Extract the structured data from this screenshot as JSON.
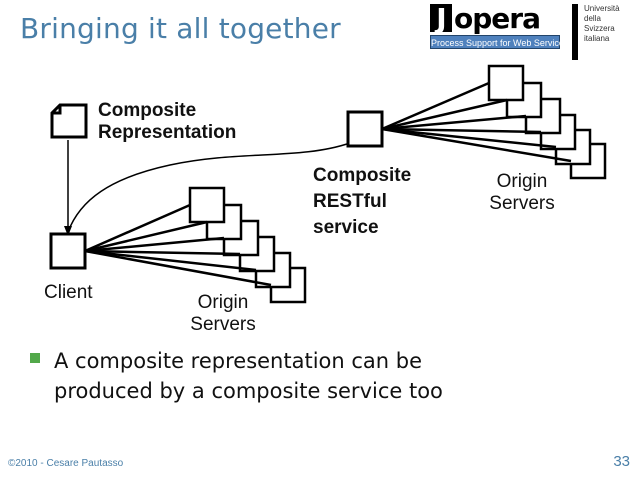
{
  "slide": {
    "title": "Bringing it all together",
    "page_number": "33",
    "footer": "©2010 - Cesare Pautasso"
  },
  "logo": {
    "jopera_word": "opera",
    "jopera_initial": "J",
    "jopera_tagline": "Process Support for Web Services",
    "university_lines": [
      "Università",
      "della",
      "Svizzera",
      "italiana"
    ]
  },
  "diagram": {
    "composite_representation": [
      "Composite",
      "Representation"
    ],
    "composite_service": [
      "Composite",
      "RESTful",
      "service"
    ],
    "client": "Client",
    "origin_servers_top": [
      "Origin",
      "Servers"
    ],
    "origin_servers_bottom": [
      "Origin",
      "Servers"
    ]
  },
  "bullets": [
    [
      "A composite representation can be",
      "produced by a composite service too"
    ]
  ],
  "colors": {
    "title": "#4a7fa8",
    "bullet": "#52a84a",
    "logo_band": "#4f81bd"
  }
}
